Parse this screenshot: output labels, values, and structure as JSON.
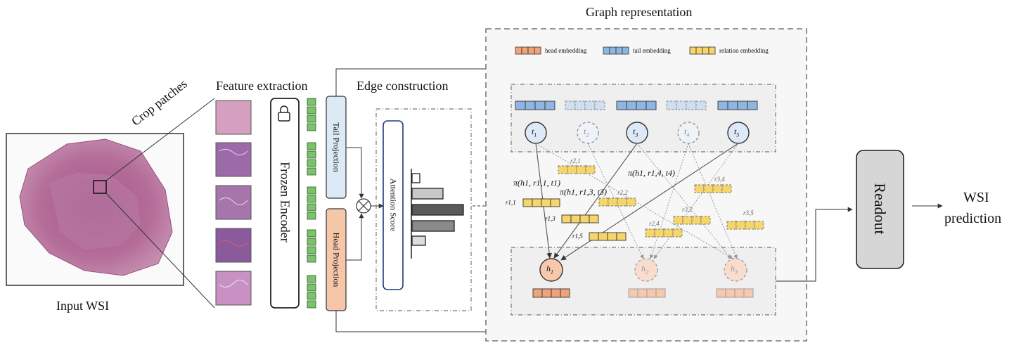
{
  "labels": {
    "input_wsi": "Input WSI",
    "crop_patches": "Crop patches",
    "feature_extraction": "Feature extraction",
    "frozen_encoder": "Frozen Encoder",
    "edge_construction": "Edge construction",
    "tail_projection": "Tail Projection",
    "head_projection": "Head Projection",
    "attention_score": "Attention Score",
    "graph_representation": "Graph representation",
    "readout": "Readout",
    "wsi_prediction_line1": "WSI",
    "wsi_prediction_line2": "prediction"
  },
  "legend": {
    "head": "head embedding",
    "tail": "tail embedding",
    "relation": "relation embedding"
  },
  "tail_nodes": [
    "t",
    "t",
    "t",
    "t",
    "t"
  ],
  "tail_subs": [
    "1",
    "2",
    "3",
    "4",
    "5"
  ],
  "head_nodes": [
    "h",
    "h",
    "h"
  ],
  "head_subs": [
    "1",
    "2",
    "3"
  ],
  "relation_labels": {
    "r21": "r2,1",
    "r11": "r1,1",
    "r13": "r1,3",
    "r15": "r1,5",
    "r22": "r2,2",
    "r34": "r3,4",
    "r32": "r3,2",
    "r24": "r2,4",
    "r35": "r3,5"
  },
  "pi_labels": {
    "pi1": "π(h1, r1,1, t1)",
    "pi2": "π(h1, r1,3, t3)",
    "pi3": "π(h1, r1,4, t4)"
  },
  "colors": {
    "head": "#f0a27a",
    "tail": "#8fb6e0",
    "relation": "#f6d56a",
    "patch": "#7cc26b",
    "readout": "#d6d6d6"
  }
}
